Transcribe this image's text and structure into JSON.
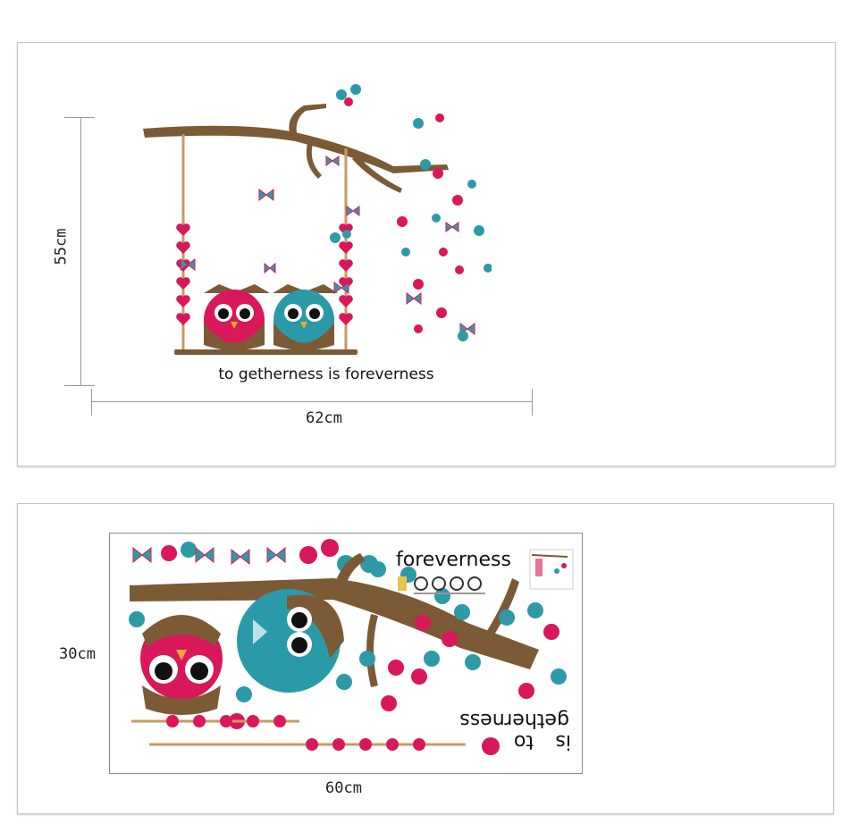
{
  "top_panel": {
    "height_label": "55cm",
    "width_label": "62cm",
    "slogan": "to getherness is foreverness"
  },
  "bottom_panel": {
    "height_label": "30cm",
    "width_label": "60cm",
    "sheet_word_foreverness": "foreverness",
    "sheet_word_getherness": "getherness",
    "sheet_word_to": "to",
    "sheet_word_is": "is"
  },
  "colors": {
    "branch": "#7b5a35",
    "pink": "#d8185a",
    "teal": "#2e9aa7",
    "owl_pink": "#d8185a",
    "owl_teal": "#2b9aa8"
  }
}
